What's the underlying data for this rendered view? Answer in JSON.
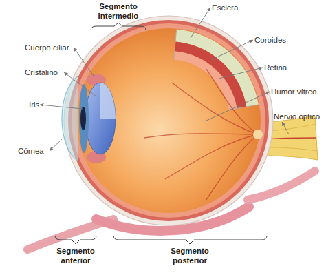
{
  "diagram": {
    "labels": [
      "Segmento Intermedio",
      "Esclera",
      "Cuerpo ciliar",
      "Coroides",
      "Cristalino",
      "Retina",
      "Humor vítreo",
      "Iris",
      "Nervio óptico",
      "Córnea",
      "Segmento anterior",
      "Segmento posterior"
    ]
  }
}
